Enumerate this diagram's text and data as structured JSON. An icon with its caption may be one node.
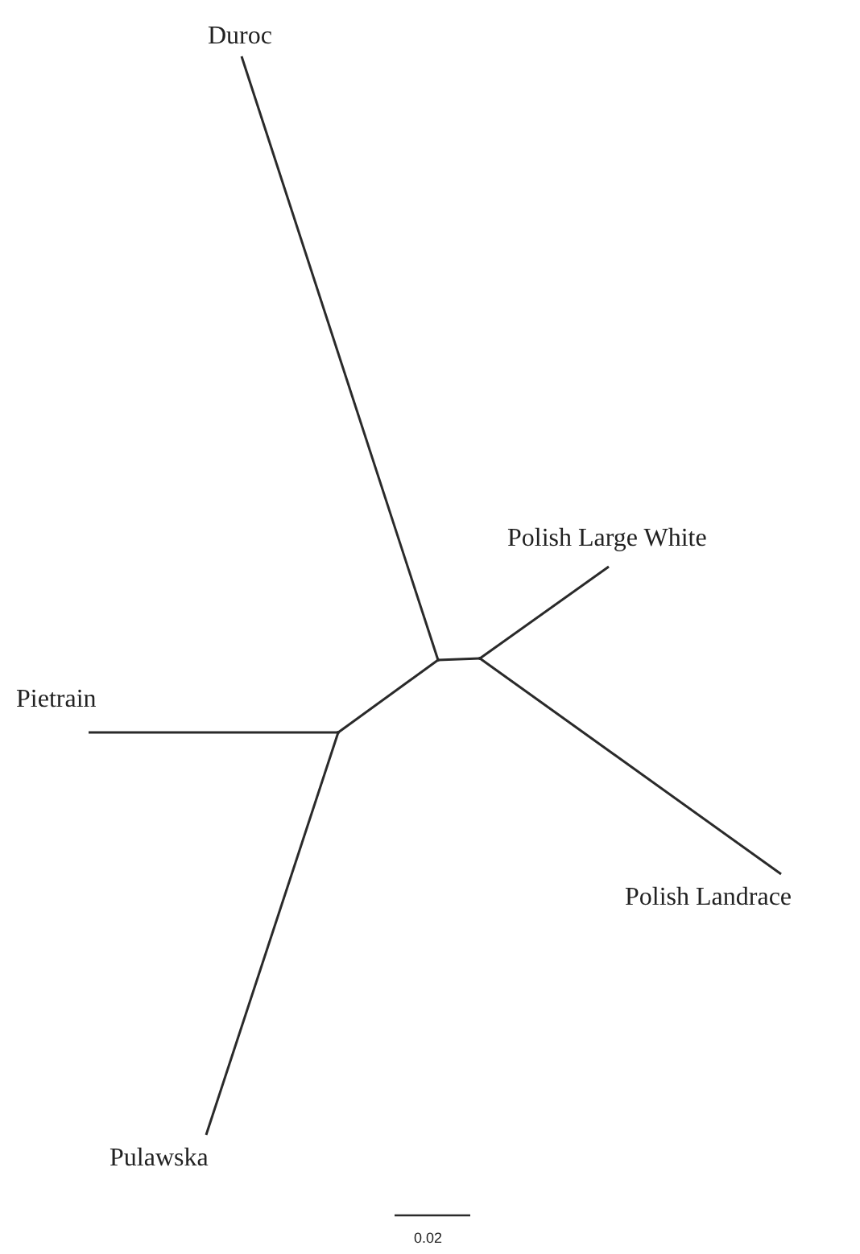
{
  "diagram": {
    "nodes": [
      {
        "text": [
          "Duroc"
        ]
      },
      {
        "text": [
          "Polish Large White"
        ]
      },
      {
        "text": [],
        "shape": "point"
      },
      {
        "text": [],
        "shape": "point"
      },
      {
        "text": [
          "Pietrain"
        ]
      },
      {
        "text": [],
        "shape": "point"
      },
      {
        "text": [
          "Polish Landrace"
        ]
      },
      {
        "text": [
          "Pulawska"
        ]
      }
    ],
    "edges": [
      {
        "from": 0,
        "to": 2,
        "arrow": "none"
      },
      {
        "from": 2,
        "to": 3,
        "arrow": "none"
      },
      {
        "from": 3,
        "to": 1,
        "arrow": "none"
      },
      {
        "from": 3,
        "to": 6,
        "arrow": "none"
      },
      {
        "from": 2,
        "to": 5,
        "arrow": "none"
      },
      {
        "from": 5,
        "to": 4,
        "arrow": "none"
      },
      {
        "from": 5,
        "to": 7,
        "arrow": "none"
      }
    ],
    "labels": [
      "0.02"
    ]
  }
}
